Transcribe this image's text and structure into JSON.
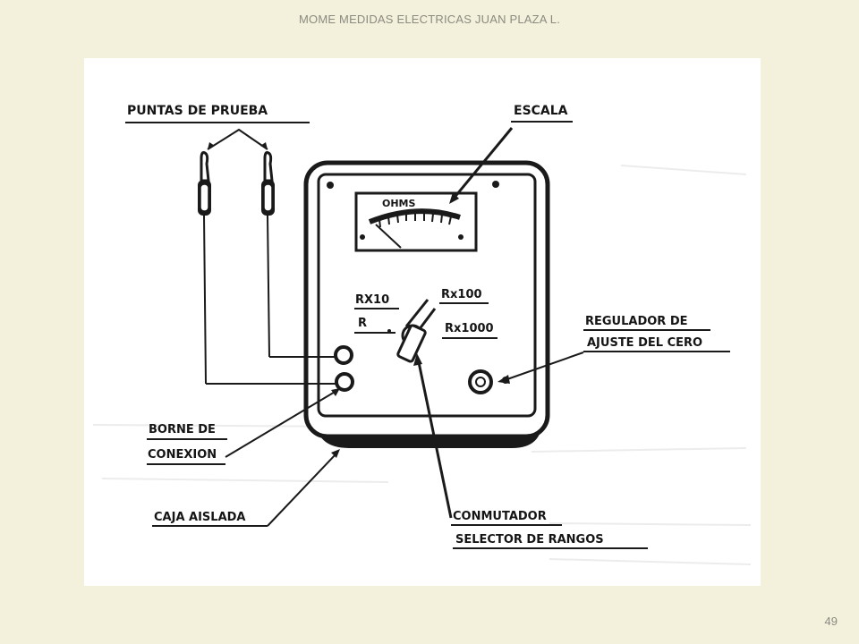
{
  "slide": {
    "header": "MOME MEDIDAS ELECTRICAS JUAN PLAZA L.",
    "page_number": "49"
  },
  "diagram": {
    "labels": {
      "puntas": "PUNTAS DE PRUEBA",
      "escala": "ESCALA",
      "ohms": "OHMS",
      "rx10": "RX10",
      "rx100": "Rx100",
      "r": "R",
      "rx1000": "Rx1000",
      "regulador_1": "REGULADOR DE",
      "regulador_2": "AJUSTE DEL CERO",
      "borne_1": "BORNE DE",
      "borne_2": "CONEXION",
      "caja": "CAJA AISLADA",
      "conmutador_1": "CONMUTADOR",
      "conmutador_2": "SELECTOR DE RANGOS"
    }
  }
}
